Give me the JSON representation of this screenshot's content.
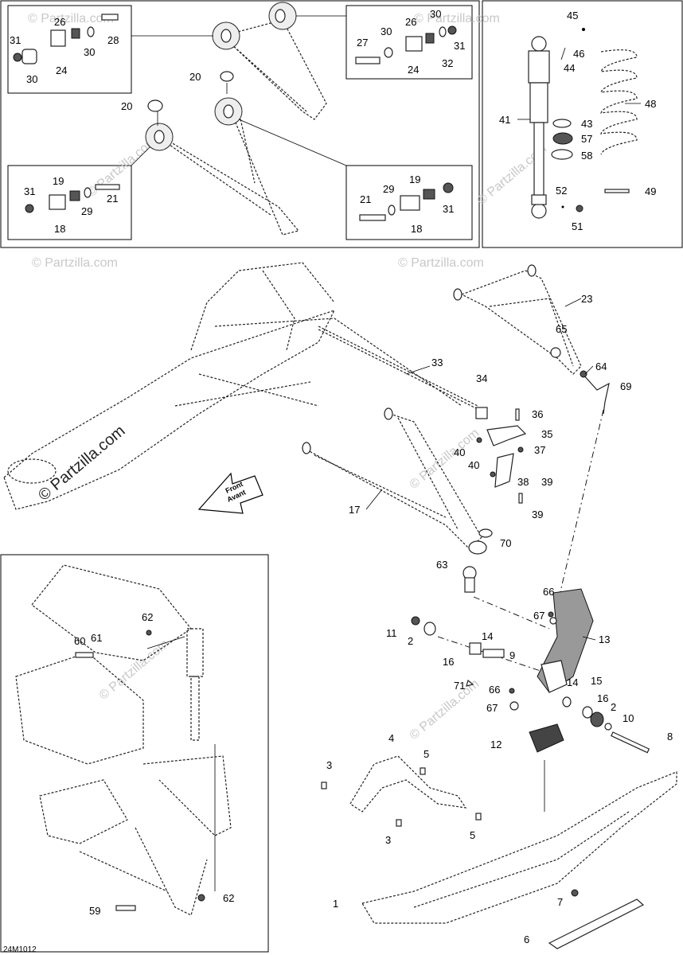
{
  "diagram": {
    "drawing_code": "24M1012",
    "watermark": "© Partzilla.com",
    "front_arrow": {
      "line1": "Front",
      "line2": "Avant"
    },
    "callouts": {
      "c1": "1",
      "c2a": "2",
      "c2b": "2",
      "c3a": "3",
      "c3b": "3",
      "c4": "4",
      "c5a": "5",
      "c5b": "5",
      "c6": "6",
      "c7": "7",
      "c8": "8",
      "c9": "9",
      "c10": "10",
      "c11": "11",
      "c12": "12",
      "c13": "13",
      "c14a": "14",
      "c14b": "14",
      "c15": "15",
      "c16a": "16",
      "c16b": "16",
      "c17": "17",
      "c18a": "18",
      "c18b": "18",
      "c19a": "19",
      "c19b": "19",
      "c20a": "20",
      "c20b": "20",
      "c21a": "21",
      "c21b": "21",
      "c23": "23",
      "c24a": "24",
      "c24b": "24",
      "c26a": "26",
      "c26b": "26",
      "c27": "27",
      "c28": "28",
      "c29a": "29",
      "c29b": "29",
      "c30a": "30",
      "c30b": "30",
      "c30c": "30",
      "c30d": "30",
      "c31a": "31",
      "c31b": "31",
      "c31c": "31",
      "c31d": "31",
      "c32": "32",
      "c33": "33",
      "c34": "34",
      "c35": "35",
      "c36": "36",
      "c37": "37",
      "c38": "38",
      "c39a": "39",
      "c39b": "39",
      "c40a": "40",
      "c40b": "40",
      "c41": "41",
      "c43": "43",
      "c44": "44",
      "c45": "45",
      "c46": "46",
      "c48": "48",
      "c49": "49",
      "c51": "51",
      "c52": "52",
      "c57": "57",
      "c58": "58",
      "c59": "59",
      "c60": "60",
      "c61": "61",
      "c62a": "62",
      "c62b": "62",
      "c63": "63",
      "c64": "64",
      "c65": "65",
      "c66a": "66",
      "c66b": "66",
      "c67a": "67",
      "c67b": "67",
      "c69": "69",
      "c70": "70",
      "c71": "71"
    }
  }
}
